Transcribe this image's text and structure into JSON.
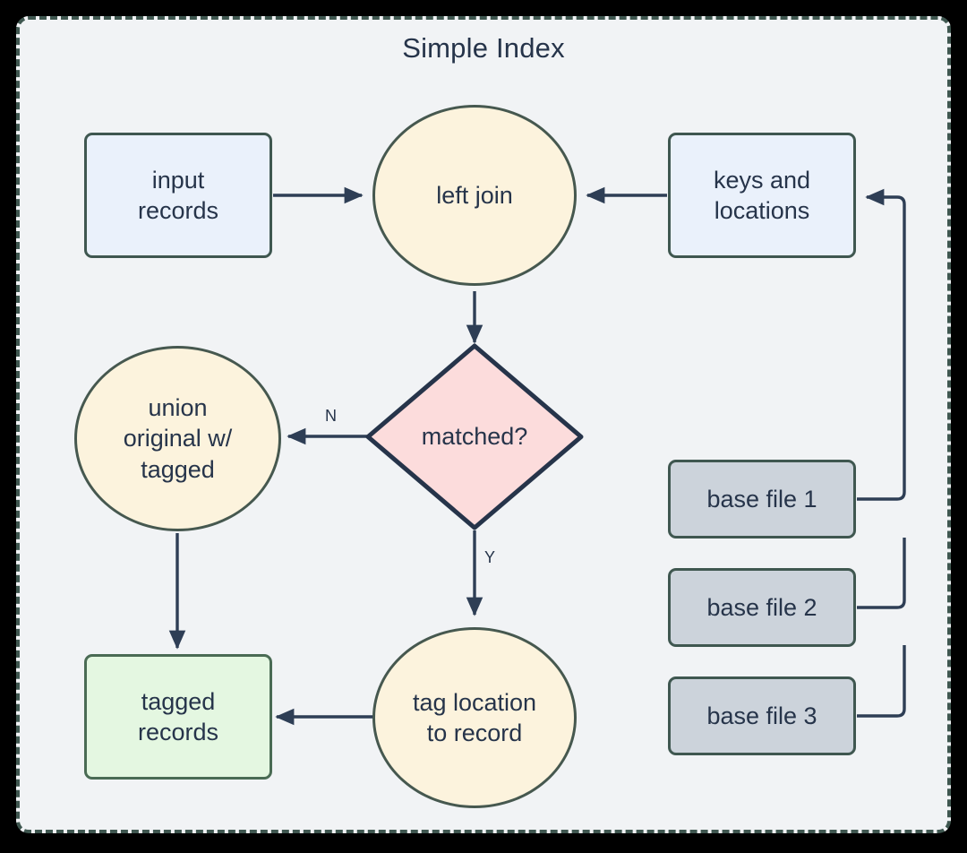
{
  "diagram": {
    "title": "Simple Index",
    "colors": {
      "background": "#f1f3f5",
      "frame_border": "#3f5750",
      "text": "#26344a",
      "edge": "#2e3e55",
      "process_fill": "#fcf3dd",
      "process_border": "#46584f",
      "data_fill": "#eaf1fb",
      "output_fill": "#e4f7e1",
      "output_border": "#4a6b54",
      "decision_fill": "#fcdcdc",
      "decision_border": "#26344a",
      "file_fill": "#ccd3db"
    },
    "nodes": [
      {
        "id": "input-records",
        "label": "input\nrecords",
        "shape": "rect",
        "type": "data"
      },
      {
        "id": "left-join",
        "label": "left join",
        "shape": "circle",
        "type": "process"
      },
      {
        "id": "keys-locations",
        "label": "keys and\nlocations",
        "shape": "rect",
        "type": "data"
      },
      {
        "id": "matched",
        "label": "matched?",
        "shape": "diamond",
        "type": "decision"
      },
      {
        "id": "union-original",
        "label": "union\noriginal w/\ntagged",
        "shape": "circle",
        "type": "process"
      },
      {
        "id": "tag-location",
        "label": "tag location\nto record",
        "shape": "circle",
        "type": "process"
      },
      {
        "id": "tagged-records",
        "label": "tagged\nrecords",
        "shape": "rect",
        "type": "output"
      },
      {
        "id": "base-file-1",
        "label": "base file 1",
        "shape": "rect",
        "type": "file"
      },
      {
        "id": "base-file-2",
        "label": "base file 2",
        "shape": "rect",
        "type": "file"
      },
      {
        "id": "base-file-3",
        "label": "base file 3",
        "shape": "rect",
        "type": "file"
      }
    ],
    "edges": [
      {
        "from": "input-records",
        "to": "left-join",
        "label": ""
      },
      {
        "from": "keys-locations",
        "to": "left-join",
        "label": ""
      },
      {
        "from": "left-join",
        "to": "matched",
        "label": ""
      },
      {
        "from": "matched",
        "to": "union-original",
        "label": "N"
      },
      {
        "from": "matched",
        "to": "tag-location",
        "label": "Y"
      },
      {
        "from": "union-original",
        "to": "tagged-records",
        "label": ""
      },
      {
        "from": "tag-location",
        "to": "tagged-records",
        "label": ""
      },
      {
        "from": "base-file-1",
        "to": "keys-locations",
        "label": ""
      },
      {
        "from": "base-file-2",
        "to": "keys-locations",
        "label": ""
      },
      {
        "from": "base-file-3",
        "to": "keys-locations",
        "label": ""
      }
    ],
    "edge_labels": {
      "no": "N",
      "yes": "Y"
    }
  }
}
